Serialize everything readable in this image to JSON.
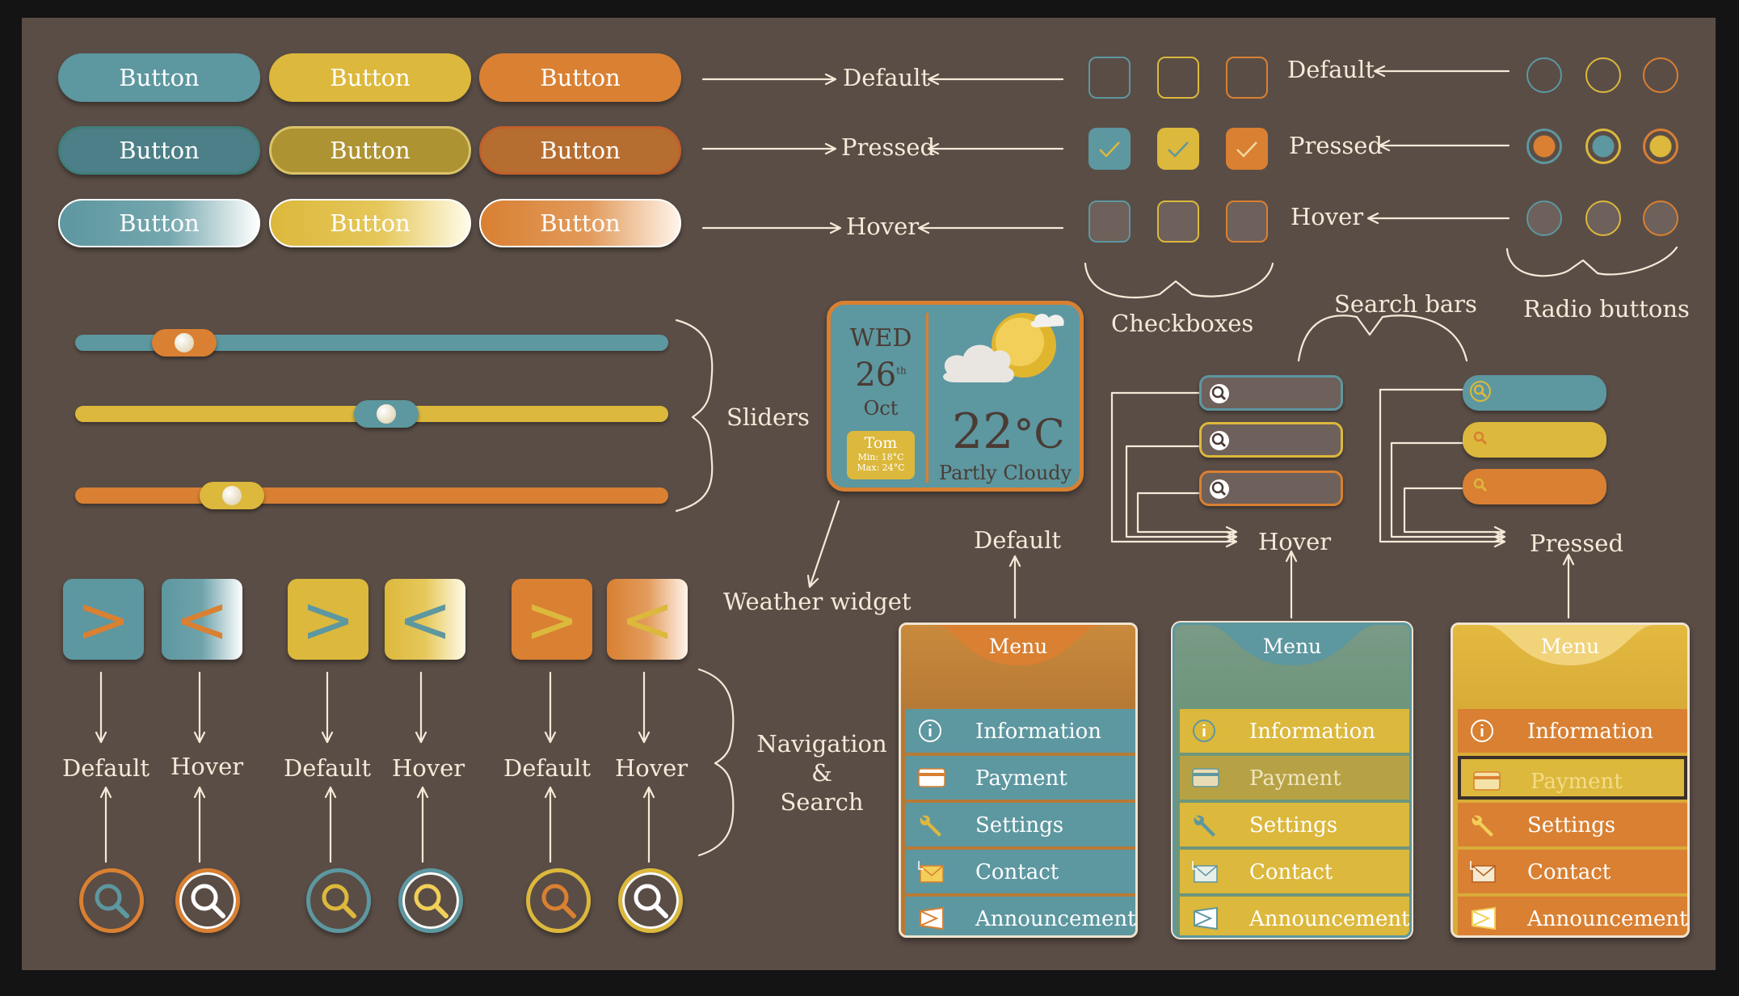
{
  "colors": {
    "teal": "#5d97a0",
    "yellow": "#dcb83c",
    "orange": "#d98032",
    "board": "#5a4d46",
    "text": "#f4ead8"
  },
  "buttons": {
    "label": "Button"
  },
  "states": {
    "default": "Default",
    "pressed": "Pressed",
    "hover": "Hover"
  },
  "labels": {
    "checkboxes": "Checkboxes",
    "radio_buttons": "Radio buttons",
    "sliders": "Sliders",
    "search_bars": "Search bars",
    "weather_widget": "Weather widget",
    "navigation_search": [
      "Navigation",
      "&",
      "Search"
    ]
  },
  "sliders": [
    {
      "color": "teal",
      "value": 0.13
    },
    {
      "color": "yellow",
      "value": 0.47
    },
    {
      "color": "orange",
      "value": 0.21
    }
  ],
  "weather": {
    "day": "WED",
    "date": "26",
    "suffix": "th",
    "month": "Oct",
    "tomorrow": "Tom",
    "min": "Min: 18°C",
    "max": "Max: 24°C",
    "temp": "22",
    "unit": "°C",
    "condition": "Partly Cloudy"
  },
  "nav": {
    "next_glyph": ">",
    "prev_glyph": "<"
  },
  "menus": [
    {
      "title": "Menu",
      "state": "Default",
      "items": [
        "Information",
        "Payment",
        "Settings",
        "Contact",
        "Announcements"
      ]
    },
    {
      "title": "Menu",
      "state": "Hover",
      "items": [
        "Information",
        "Payment",
        "Settings",
        "Contact",
        "Announcements"
      ]
    },
    {
      "title": "Menu",
      "state": "Pressed",
      "items": [
        "Information",
        "Payment",
        "Settings",
        "Contact",
        "Announcements"
      ]
    }
  ],
  "icons": [
    "info-icon",
    "card-icon",
    "wrench-icon",
    "mail-icon",
    "megaphone-icon",
    "search-icon",
    "cloud-sun-icon"
  ]
}
